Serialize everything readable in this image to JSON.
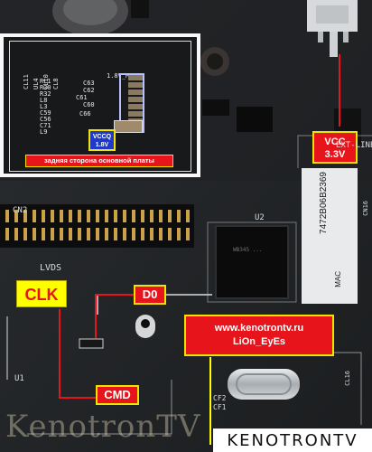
{
  "inset": {
    "caption": "задняя сторона основной платы",
    "vccq_label": [
      "VCCQ",
      "1.8V"
    ],
    "refdes_vertical": [
      "CL11",
      "UL4",
      "CL10",
      "CL8"
    ],
    "refdes_list": [
      "RL1",
      "R30",
      "R32",
      "L8",
      "L3",
      "C59",
      "C56",
      "C71",
      "L9"
    ],
    "refdes_misc": [
      "C63",
      "C62",
      "C61",
      "C60",
      "C66",
      "1.8V_M"
    ]
  },
  "labels": {
    "vcc": [
      "VCC",
      "3.3V"
    ],
    "clk": "CLK",
    "d0": "D0",
    "cmd": "CMD",
    "site": [
      "www.kenotrontv.ru",
      "LiOn_EyEs"
    ]
  },
  "silkscreen": {
    "ext_line": "EXT-LINE",
    "u2": "U2",
    "cn2": "CN2",
    "lvds": "LVDS",
    "u1": "U1",
    "cf2": "CF2",
    "cf1": "CF1",
    "cl16": "CL16",
    "mac": "MAC",
    "serial": "7472B06B2369",
    "cn16": "CN16"
  },
  "chip_marking": "WB345 ...",
  "watermark_left": "KenotronTV",
  "brand_logo": "KENOTRONTV"
}
